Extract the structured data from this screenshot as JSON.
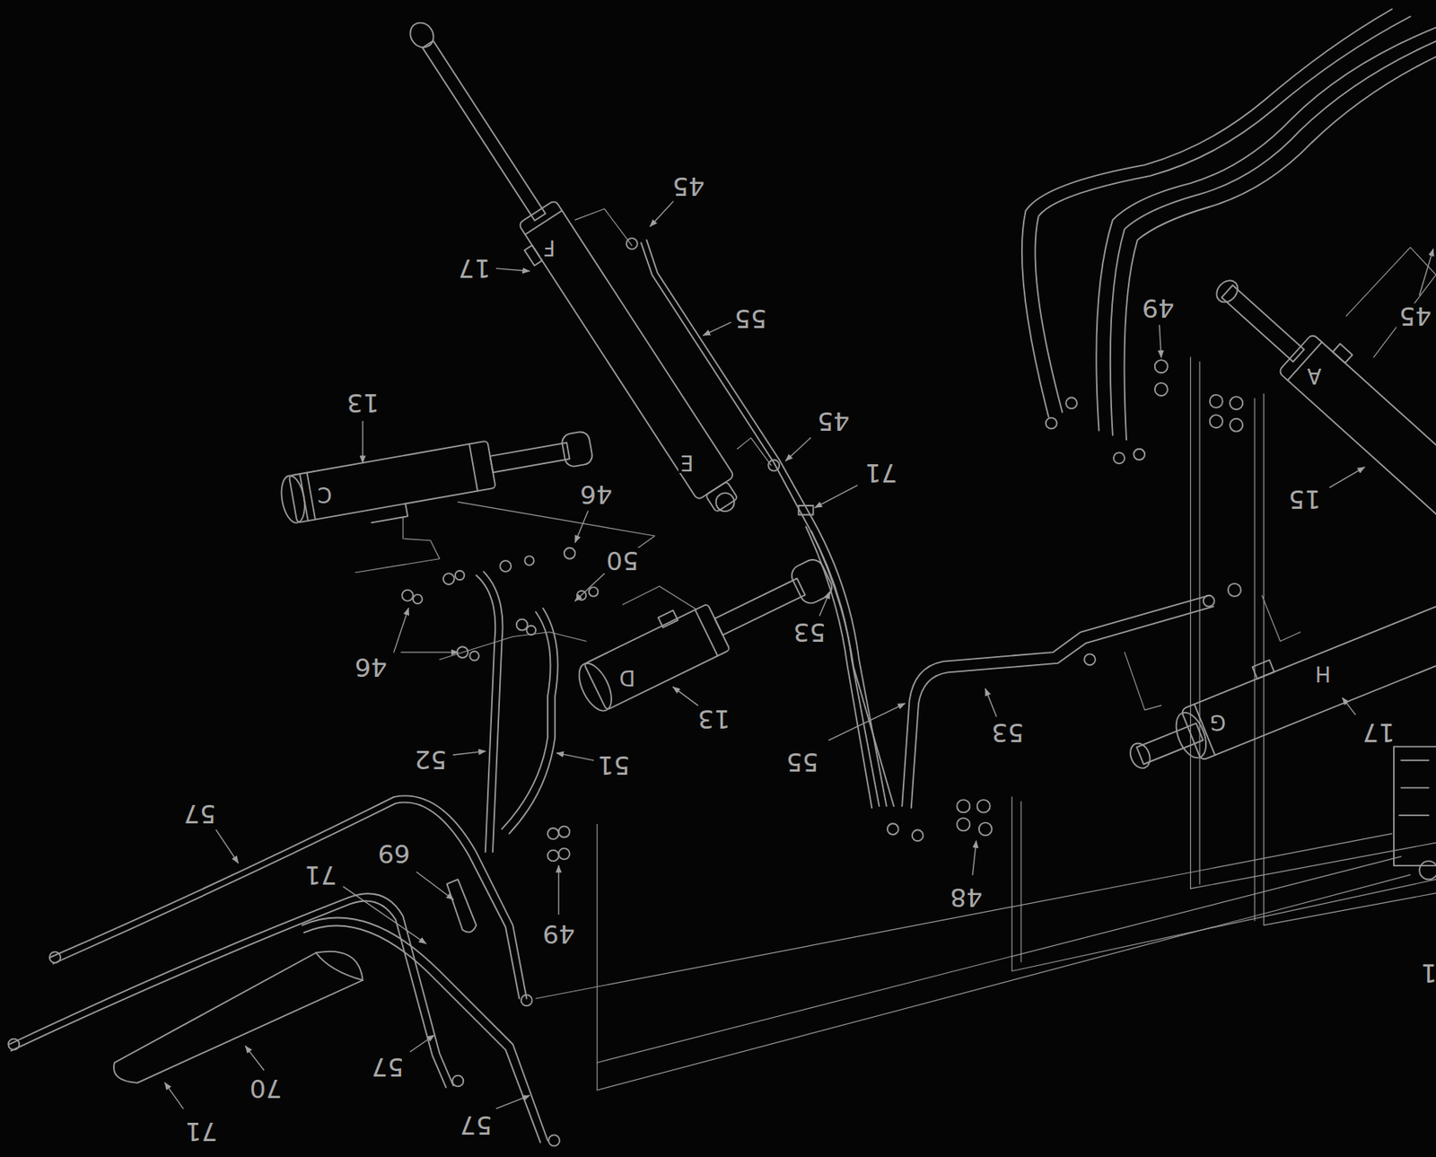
{
  "diagram": {
    "labels": [
      "45",
      "17",
      "F",
      "55",
      "13",
      "C",
      "E",
      "45",
      "71",
      "46",
      "50",
      "46",
      "53",
      "D",
      "13",
      "52",
      "51",
      "55",
      "53",
      "57",
      "69",
      "71",
      "49",
      "57",
      "70",
      "71",
      "57",
      "48",
      "49",
      "45",
      "15",
      "A",
      "H",
      "G",
      "17",
      "1"
    ]
  }
}
